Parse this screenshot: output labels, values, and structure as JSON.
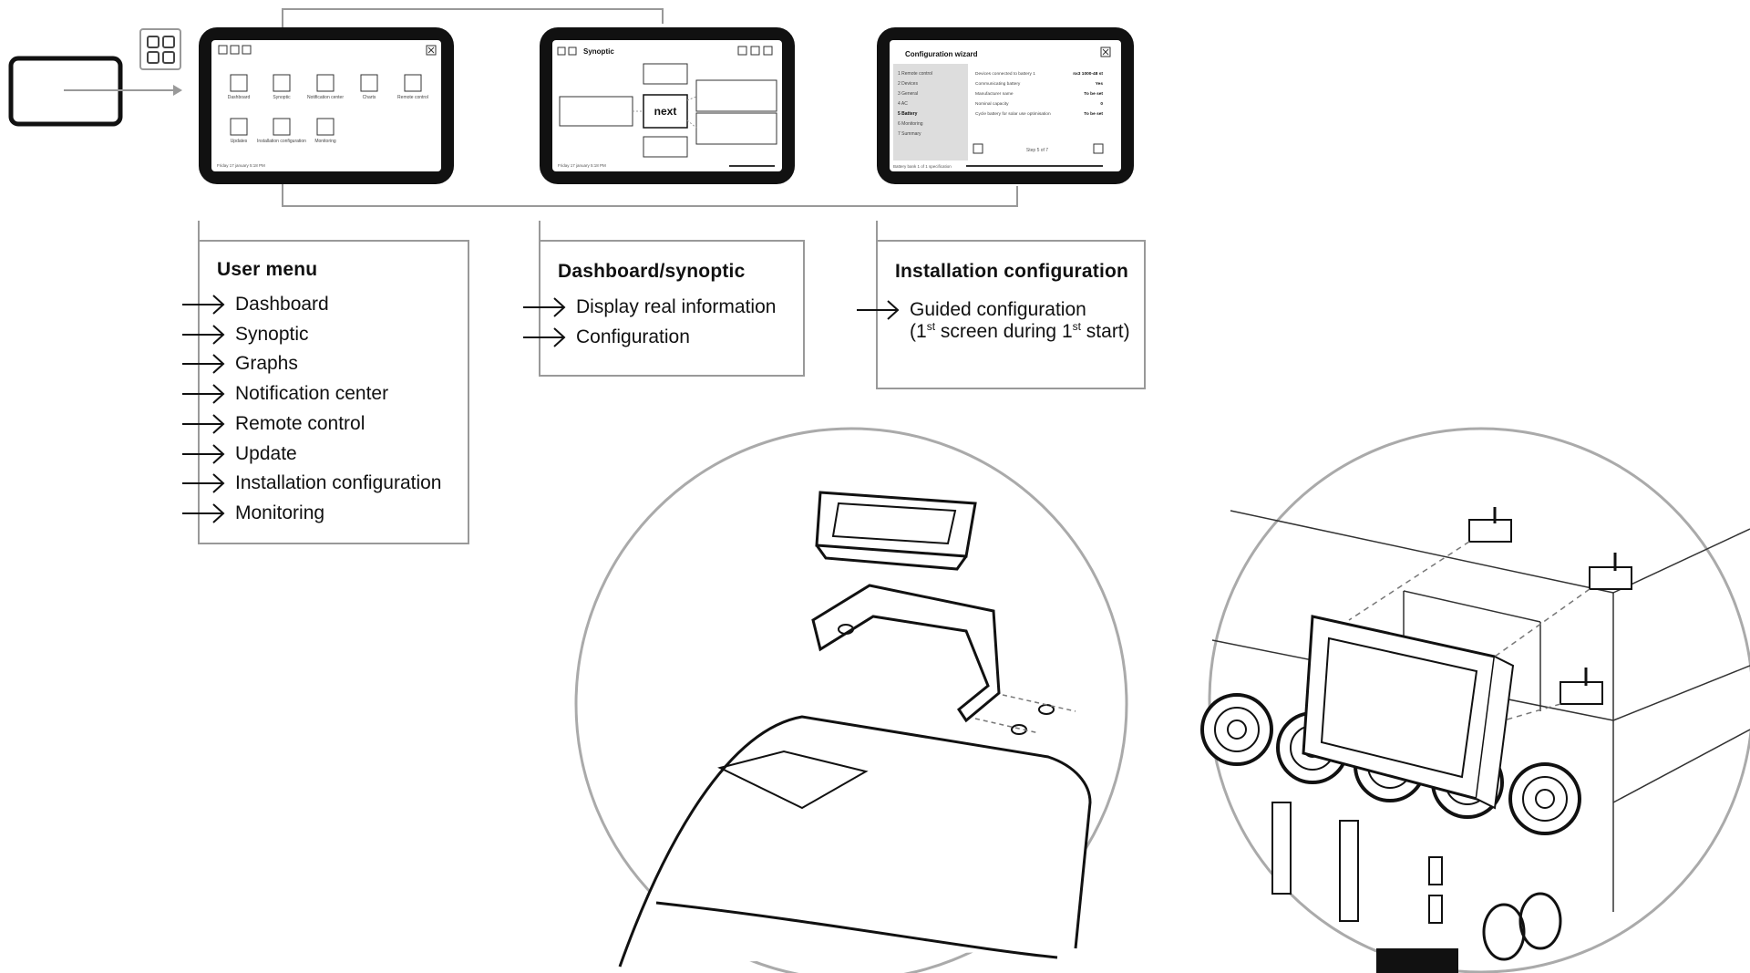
{
  "screens": {
    "home": {
      "tiles": [
        "Dashboard",
        "Synoptic",
        "Notification center",
        "Charts",
        "Remote control",
        "Updates",
        "Installation configuration",
        "Monitoring"
      ],
      "footer": "Friday 17 january 5:18 PM"
    },
    "synoptic": {
      "title": "Synoptic",
      "center_label": "next",
      "footer": "Friday 17 january 5:18 PM"
    },
    "wizard": {
      "title": "Configuration wizard",
      "steps": [
        "1 Remote control",
        "2 Devices",
        "3 General",
        "4 AC",
        "5 Battery",
        "6 Monitoring",
        "7 Summary"
      ],
      "fields": [
        {
          "label": "Devices connected to battery 1",
          "value": "nx3 1000-48 st"
        },
        {
          "label": "Communicating battery",
          "value": "Yes"
        },
        {
          "label": "Manufacturer name",
          "value": "To be set"
        },
        {
          "label": "Nominal capacity",
          "value": "0"
        },
        {
          "label": "Cycle battery for solar use optimisation",
          "value": "To be set"
        }
      ],
      "step_indicator": "Step 5 of 7",
      "footer": "Battery bank 1 of 1 specification"
    }
  },
  "boxes": {
    "user_menu": {
      "title": "User menu",
      "items": [
        "Dashboard",
        "Synoptic",
        "Graphs",
        "Notification center",
        "Remote control",
        "Update",
        "Installation configuration",
        "Monitoring"
      ]
    },
    "dashboard": {
      "title": "Dashboard/synoptic",
      "items": [
        "Display real information",
        "Configuration"
      ]
    },
    "installation": {
      "title": "Installation configuration",
      "line1": "Guided configuration",
      "line2_open": "(1",
      "sup1": "st",
      "line2_mid": " screen during 1",
      "sup2": "st",
      "line2_close": " start)"
    }
  }
}
